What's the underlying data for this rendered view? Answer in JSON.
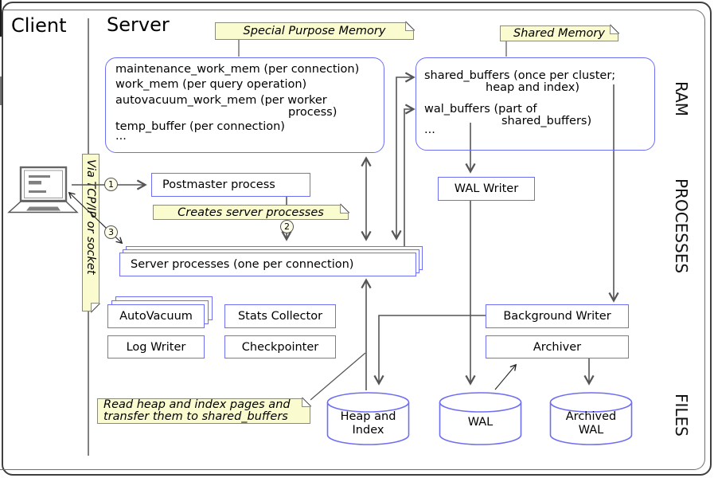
{
  "window": {
    "client_label": "Client",
    "server_label": "Server"
  },
  "side_labels": {
    "ram": "RAM",
    "processes": "PROCESSES",
    "files": "FILES"
  },
  "notes": {
    "special_memory": "Special Purpose Memory",
    "shared_memory": "Shared Memory",
    "creates_processes": "Creates server processes",
    "read_heap": {
      "line1": "Read heap and index pages and",
      "line2": "transfer them to shared_buffers"
    },
    "via_tcp": "Via TCP/IP or socket"
  },
  "memory": {
    "special_box": {
      "lines": [
        "maintenance_work_mem (per connection)",
        "work_mem (per query operation)",
        "autovacuum_work_mem (per worker",
        "process)",
        "temp_buffer (per connection)",
        "..."
      ]
    },
    "shared_box": {
      "lines": [
        "shared_buffers (once per cluster;",
        "heap and index)",
        "wal_buffers (part of",
        "shared_buffers)",
        "..."
      ]
    }
  },
  "process_boxes": {
    "postmaster": "Postmaster process",
    "server_processes": "Server processes (one per connection)",
    "wal_writer": "WAL Writer",
    "autovacuum": "AutoVacuum",
    "stats_collector": "Stats Collector",
    "log_writer": "Log Writer",
    "checkpointer": "Checkpointer",
    "background_writer": "Background Writer",
    "archiver": "Archiver"
  },
  "file_stores": {
    "heap_index": {
      "line1": "Heap and",
      "line2": "Index"
    },
    "wal": "WAL",
    "archived_wal": {
      "line1": "Archived",
      "line2": "WAL"
    }
  },
  "step_badges": {
    "step1": "1",
    "step2": "2",
    "step3": "3"
  },
  "colors": {
    "box_border": "#6e6ef5",
    "note_fill": "#fbfbd0",
    "note_border": "#8b8b79",
    "arrow_gray": "#555555",
    "thin_black": "#222222"
  }
}
